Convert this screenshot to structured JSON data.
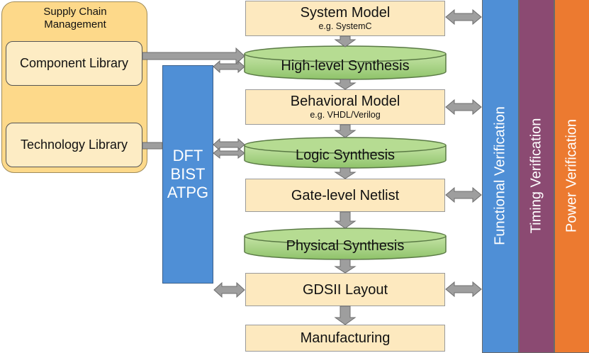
{
  "supply_chain": {
    "title": "Supply Chain Management",
    "libraries": [
      "Component Library",
      "Technology Library"
    ]
  },
  "dft_block": {
    "lines": [
      "DFT",
      "BIST",
      "ATPG"
    ]
  },
  "models": {
    "system": {
      "title": "System Model",
      "subtitle": "e.g. SystemC"
    },
    "behavioral": {
      "title": "Behavioral Model",
      "subtitle": "e.g. VHDL/Verilog"
    },
    "netlist": {
      "title": "Gate-level Netlist"
    },
    "gdsii": {
      "title": "GDSII Layout"
    },
    "manufacturing": {
      "title": "Manufacturing"
    }
  },
  "synthesis": {
    "high_level": "High-level Synthesis",
    "logic": "Logic Synthesis",
    "physical": "Physical Synthesis"
  },
  "verification": {
    "functional": "Functional Verification",
    "timing": "Timing Verification",
    "power": "Power Verification"
  },
  "colors": {
    "stage_fill": "#fde9bf",
    "synthesis_fill": "#a4d17e",
    "library_group_fill": "#fdd98a",
    "dft_fill": "#4f8fd6",
    "functional_fill": "#4f8fd6",
    "timing_fill": "#8b4a72",
    "power_fill": "#ec7a30",
    "arrow_fill": "#9e9e9e"
  }
}
